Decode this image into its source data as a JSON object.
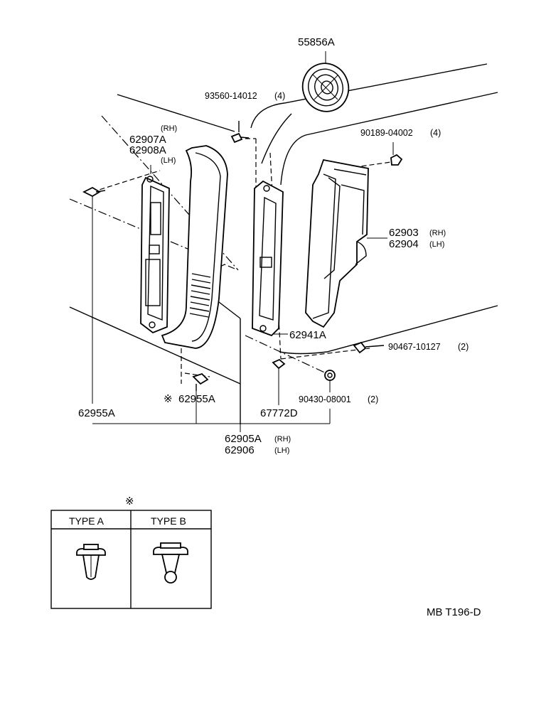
{
  "labels": {
    "grille": "55856A",
    "screw_top": "93560-14012",
    "screw_top_qty": "(4)",
    "rh_top": "(RH)",
    "garnish_rh": "62907A",
    "garnish_lh": "62908A",
    "lh_top": "(LH)",
    "clip_top_right": "90189-04002",
    "clip_top_right_qty": "(4)",
    "duct_rh": "62903",
    "duct_rh_tag": "(RH)",
    "duct_lh": "62904",
    "duct_lh_tag": "(LH)",
    "bracket": "62941A",
    "screw_right": "90467-10127",
    "screw_right_qty": "(2)",
    "nut": "90430-08001",
    "nut_qty": "(2)",
    "clip_mark": "※",
    "clip_center": "62955A",
    "clip_left": "62955A",
    "clip_67772": "67772D",
    "trim_rh": "62905A",
    "trim_rh_tag": "(RH)",
    "trim_lh": "62906",
    "trim_lh_tag": "(LH)",
    "ref_code": "MB T196-D"
  },
  "legend": {
    "mark": "※",
    "type_a": "TYPE A",
    "type_b": "TYPE B"
  }
}
